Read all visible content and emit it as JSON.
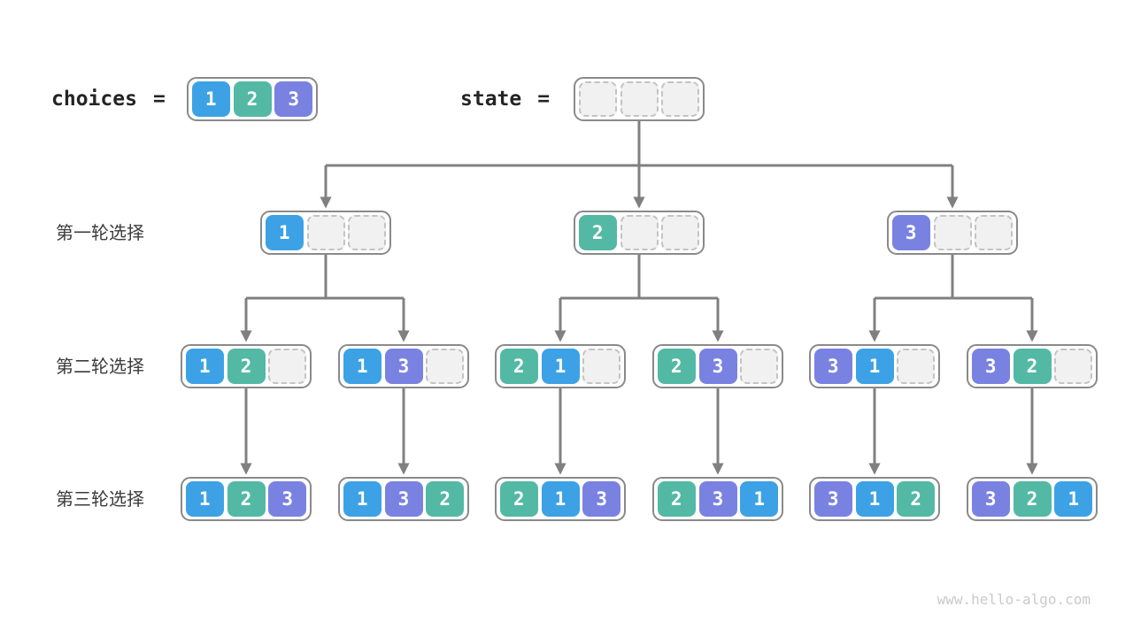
{
  "palette": {
    "v1": "#3DA2E5",
    "v2": "#53B9A5",
    "v3": "#7A82E1",
    "arrow": "#808080",
    "boxBorder": "#8A8A8A",
    "emptyFill": "#F1F1F2",
    "emptyBorder": "#C3C3C3",
    "labelColor": "#3C3C3C",
    "codeColor": "#242424",
    "watermarkColor": "#CACACA"
  },
  "header": {
    "choices_label": "choices",
    "choices_equals": "=",
    "choices_cells": [
      "1",
      "2",
      "3"
    ],
    "state_label": "state",
    "state_equals": "=",
    "state_cells": [
      "",
      "",
      ""
    ]
  },
  "rounds": [
    {
      "label": "第一轮选择",
      "boxes": [
        [
          "1",
          "",
          ""
        ],
        [
          "2",
          "",
          ""
        ],
        [
          "3",
          "",
          ""
        ]
      ]
    },
    {
      "label": "第二轮选择",
      "boxes": [
        [
          "1",
          "2",
          ""
        ],
        [
          "1",
          "3",
          ""
        ],
        [
          "2",
          "1",
          ""
        ],
        [
          "2",
          "3",
          ""
        ],
        [
          "3",
          "1",
          ""
        ],
        [
          "3",
          "2",
          ""
        ]
      ]
    },
    {
      "label": "第三轮选择",
      "boxes": [
        [
          "1",
          "2",
          "3"
        ],
        [
          "1",
          "3",
          "2"
        ],
        [
          "2",
          "1",
          "3"
        ],
        [
          "2",
          "3",
          "1"
        ],
        [
          "3",
          "1",
          "2"
        ],
        [
          "3",
          "2",
          "1"
        ]
      ]
    }
  ],
  "watermark": "www.hello-algo.com"
}
